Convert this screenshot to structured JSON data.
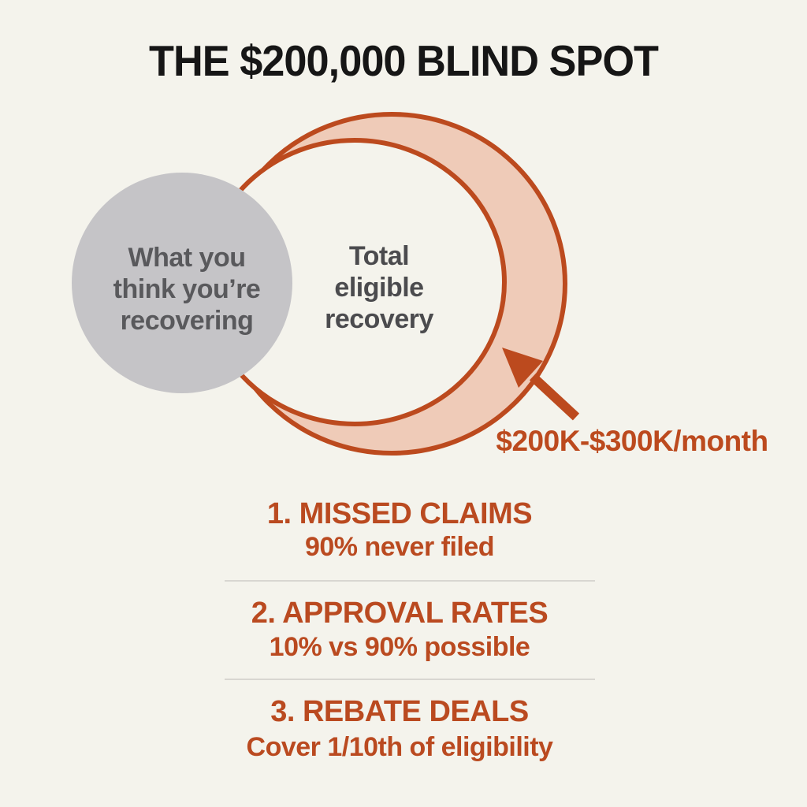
{
  "title": "THE $200,000 BLIND SPOT",
  "diagram": {
    "gray_circle_label": "What you\nthink you’re\nrecovering",
    "total_circle_label": "Total\neligible\nrecovery",
    "gap_label": "$200K-$300K/month",
    "gap_arrow": "arrow pointing from gap label to crescent blind-spot area"
  },
  "items": [
    {
      "heading": "1. MISSED CLAIMS",
      "subtitle": "90% never filed"
    },
    {
      "heading": "2. APPROVAL RATES",
      "subtitle": "10% vs 90% possible"
    },
    {
      "heading": "3. REBATE DEALS",
      "subtitle": "Cover 1/10th of eligibility"
    }
  ],
  "colors": {
    "background": "#F4F3EC",
    "accent_orange": "#BC4A1E",
    "crescent_fill": "#EFCBB8",
    "gray_circle_fill": "#C5C4C7",
    "title_text": "#161616",
    "gray_label_text": "#59595C",
    "total_label_text": "#4B4B4E",
    "divider": "#D8D6D1"
  }
}
